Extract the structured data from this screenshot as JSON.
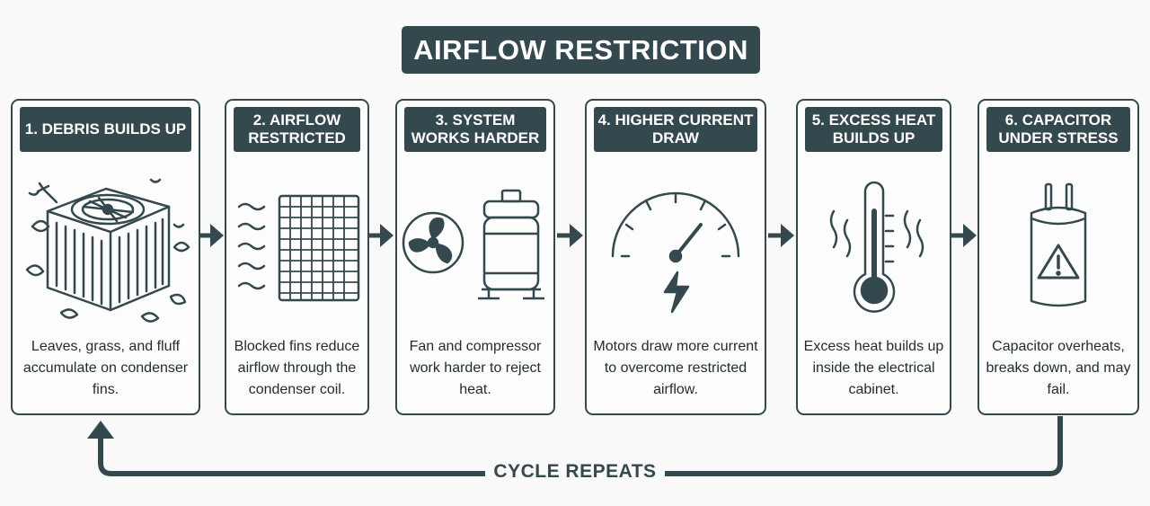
{
  "title": "AIRFLOW RESTRICTION",
  "steps": [
    {
      "title": "1. DEBRIS BUILDS UP",
      "text": "Leaves, grass, and fluff accumulate on condenser fins.",
      "icon": "condenser-unit-icon"
    },
    {
      "title": "2. AIRFLOW RESTRICTED",
      "text": "Blocked fins reduce airflow through the condenser coil.",
      "icon": "blocked-coil-icon"
    },
    {
      "title": "3. SYSTEM WORKS HARDER",
      "text": "Fan and compressor work harder to reject heat.",
      "icon": "fan-compressor-icon"
    },
    {
      "title": "4. HIGHER CURRENT DRAW",
      "text": "Motors draw more current to overcome restricted airflow.",
      "icon": "gauge-icon"
    },
    {
      "title": "5. EXCESS HEAT BUILDS UP",
      "text": "Excess heat builds up inside the electrical cabinet.",
      "icon": "thermometer-icon"
    },
    {
      "title": "6. CAPACITOR UNDER STRESS",
      "text": "Capacitor overheats, breaks down, and may fail.",
      "icon": "capacitor-warning-icon"
    }
  ],
  "cycle_label": "CYCLE REPEATS",
  "colors": {
    "primary": "#34494e",
    "background": "#f8f9f8",
    "text": "#1f2b2e"
  }
}
